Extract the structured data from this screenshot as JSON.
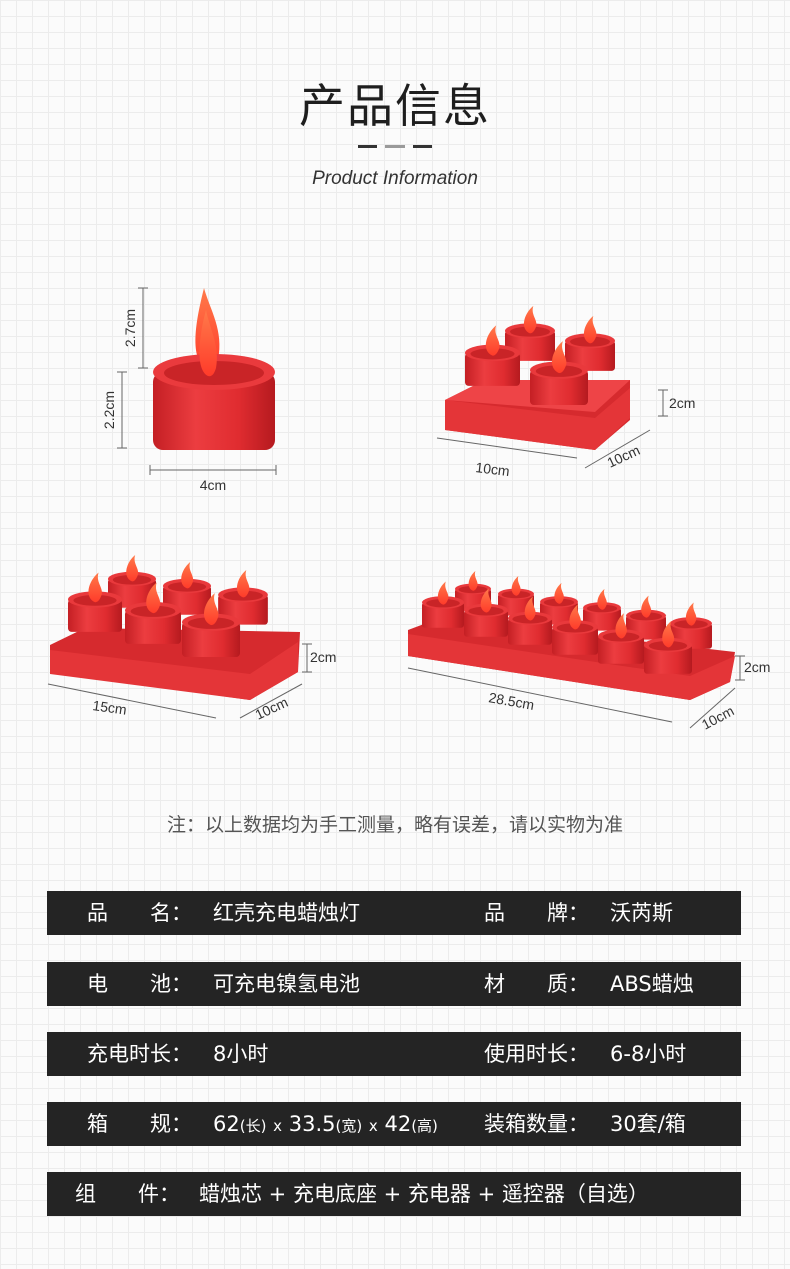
{
  "header": {
    "title": "产品信息",
    "subtitle": "Product Information",
    "dash_colors": [
      "#333333",
      "#9a9a9a",
      "#333333"
    ]
  },
  "colors": {
    "candle": "#e8373a",
    "flame": "#ff5a3c",
    "bar": "#242424"
  },
  "figures": {
    "single": {
      "height_flame": "2.7cm",
      "height_body": "2.2cm",
      "width": "4cm"
    },
    "four": {
      "length": "10cm",
      "width": "10cm",
      "height": "2cm"
    },
    "six": {
      "length": "15cm",
      "width": "10cm",
      "height": "2cm"
    },
    "twelve": {
      "length": "28.5cm",
      "width": "10cm",
      "height": "2cm"
    }
  },
  "note": "注：以上数据均为手工测量，略有误差，请以实物为准",
  "specs": {
    "r1": {
      "l1": "品　　名：",
      "v1": "红壳充电蜡烛灯",
      "l2": "品　　牌：",
      "v2": "沃芮斯"
    },
    "r2": {
      "l1": "电　　池：",
      "v1": "可充电镍氢电池",
      "l2": "材　　质：",
      "v2": "ABS蜡烛"
    },
    "r3": {
      "l1": "充电时长：",
      "v1": "8小时",
      "l2": "使用时长：",
      "v2": "6-8小时"
    },
    "r4": {
      "l1": "箱　　规：",
      "v1_a": "62",
      "v1_b": "(长)",
      "v1_c": "x",
      "v1_d": "33.5",
      "v1_e": "(宽)",
      "v1_f": "x",
      "v1_g": "42",
      "v1_h": "(高)",
      "l2": "装箱数量：",
      "v2": "30套/箱"
    },
    "r5": {
      "l1": "组　　件：",
      "v1": "蜡烛芯 + 充电底座 + 充电器 + 遥控器（自选）"
    }
  }
}
